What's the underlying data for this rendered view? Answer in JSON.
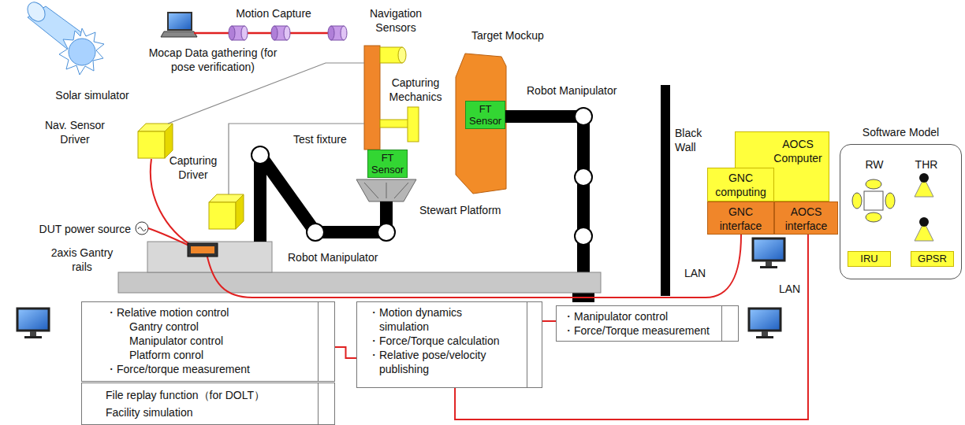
{
  "diagram": {
    "nodes": [
      {
        "text": [
          "FT Sensor"
        ]
      },
      {
        "text": [
          "FT Sensor"
        ]
      },
      {
        "text": [
          "AOCS Computer"
        ]
      },
      {
        "text": [
          "GNC computing"
        ]
      },
      {
        "text": [
          "GNC interface"
        ]
      },
      {
        "text": [
          "AOCS interface"
        ]
      },
      {
        "text": [
          "Software Model"
        ]
      },
      {
        "text": [
          "IRU"
        ],
        "in": 6
      },
      {
        "text": [
          "GPSR"
        ],
        "in": 6
      },
      {
        "text": [
          "・Relative motion control",
          "Gantry control",
          "Manipulator control",
          "Platform conrol",
          "・Force/torque measurement"
        ]
      },
      {
        "text": [
          "File replay function（for DOLT）",
          "Facility simulation"
        ]
      },
      {
        "text": [
          "・Motion dynamics simulation",
          "・Force/Torque calculation",
          "・Relative pose/velocity publishing"
        ]
      },
      {
        "text": [
          "・Manipulator control",
          "・Force/Torque measurement"
        ]
      }
    ],
    "edges": [
      {
        "from": 9,
        "to": 11,
        "arrow": "none"
      },
      {
        "from": 11,
        "to": 12,
        "arrow": "none"
      },
      {
        "from": 11,
        "to": 5,
        "arrow": "none"
      }
    ],
    "labels": [
      "Motion Capture",
      "Navigation Sensors",
      "Target Mockup",
      "Mocap Data gathering (for pose verification)",
      "Solar simulator",
      "Capturing Mechanics",
      "Robot Manipulator",
      "Nav. Sensor Driver",
      "Test fixture",
      "Black Wall",
      "Capturing Driver",
      "Stewart Platform",
      "RW",
      "THR",
      "DUT power source",
      "2axis Gantry rails",
      "Robot Manipulator",
      "LAN",
      "LAN"
    ]
  }
}
